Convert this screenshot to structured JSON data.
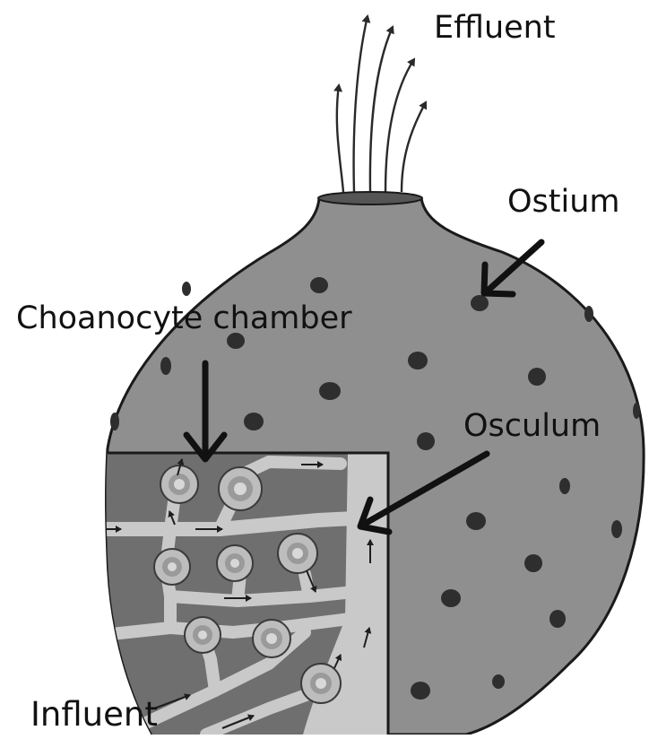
{
  "labels": {
    "effluent": "Effluent",
    "ostium": "Ostium",
    "choanocyte_chamber": "Choanocyte chamber",
    "osculum": "Osculum",
    "influent": "Influent"
  },
  "colors": {
    "body": "#8f8f8f",
    "interior_dark": "#6f6f6f",
    "canal": "#c9c9c9",
    "pore": "#2e2e2e",
    "outline": "#1a1a1a",
    "background": "#ffffff"
  }
}
